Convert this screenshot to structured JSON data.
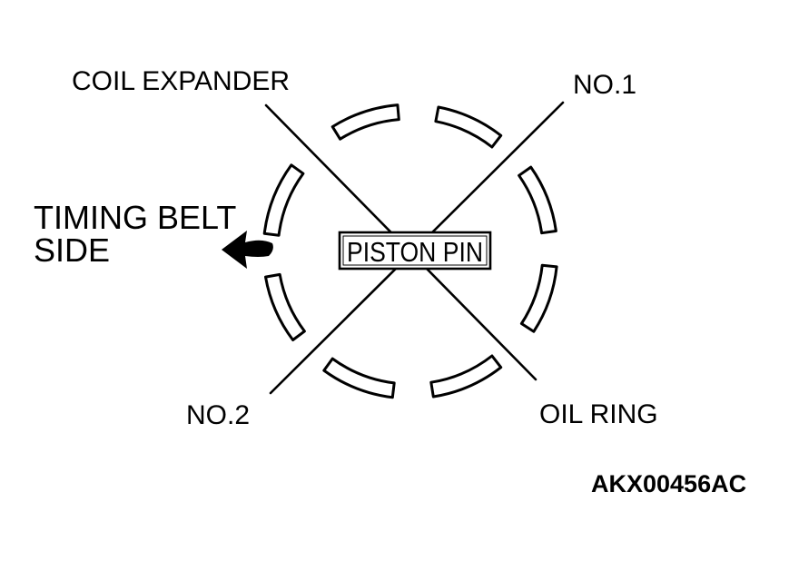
{
  "labels": {
    "coil_expander": "COIL EXPANDER",
    "no1": "NO.1",
    "no2": "NO.2",
    "oil_ring": "OIL RING",
    "timing_belt_line1": "TIMING BELT",
    "timing_belt_line2": "SIDE",
    "piston_pin": "PISTON PIN",
    "figure_code": "AKX00456AC"
  },
  "icons": {
    "direction_arrow": "arrow-left-icon"
  },
  "colors": {
    "ink": "#000000",
    "paper": "#ffffff"
  }
}
